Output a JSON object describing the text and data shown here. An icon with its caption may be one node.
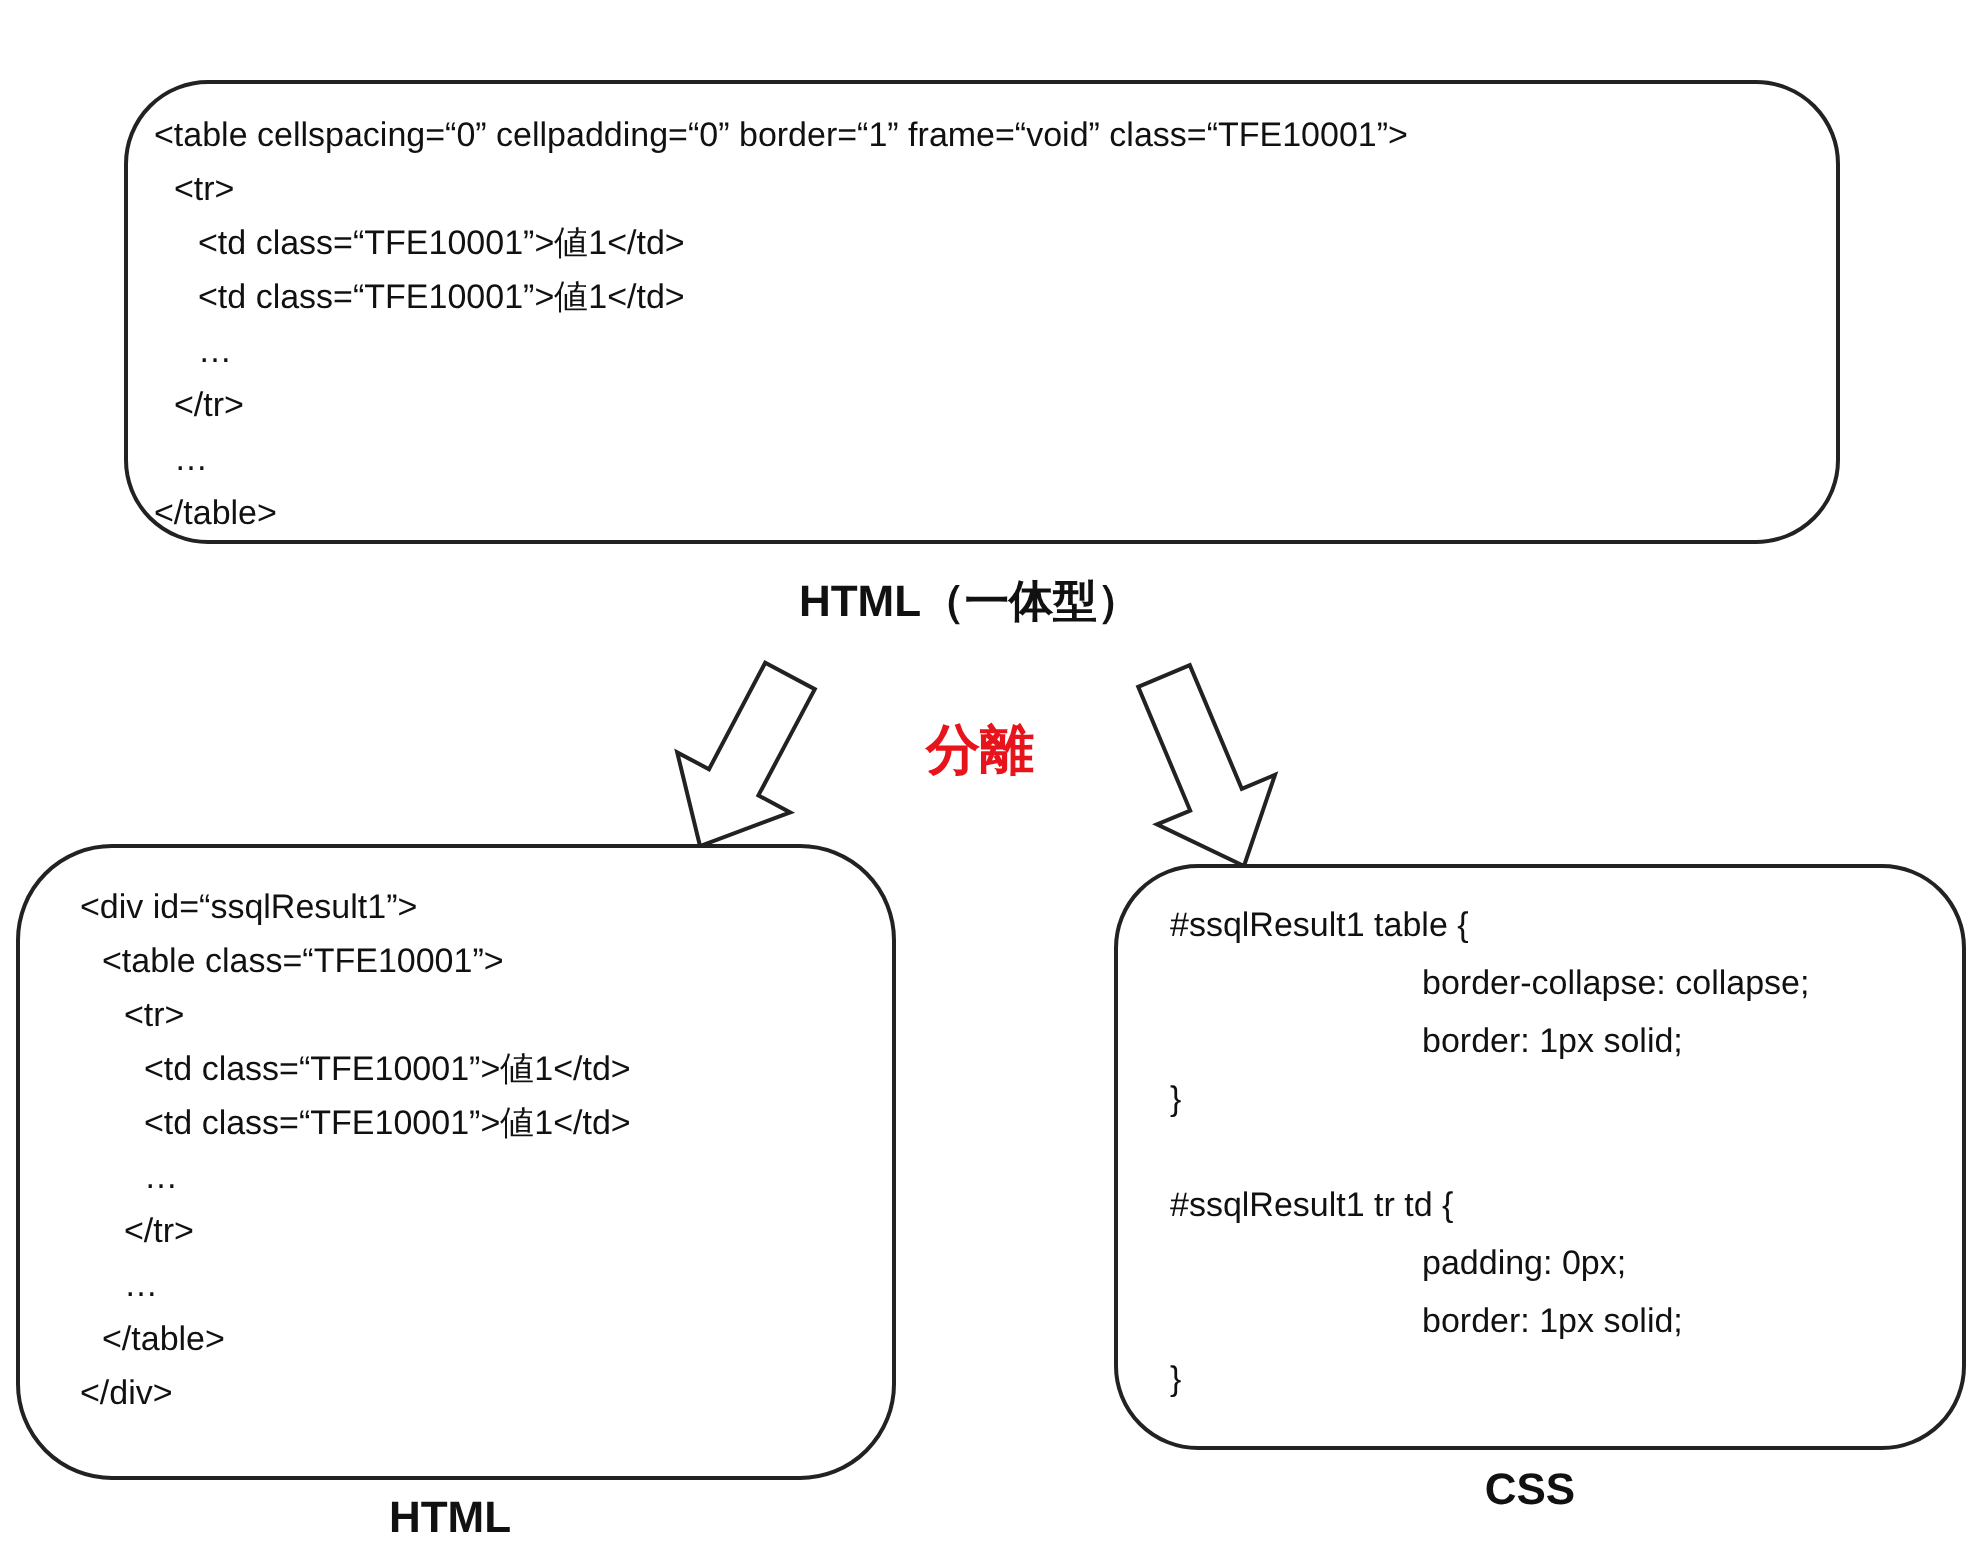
{
  "diagram": {
    "nodes": [
      {
        "text": [
          "<table cellspacing=“0” cellpadding=“0” border=“1” frame=“void” class=“TFE10001”>",
          "<tr>",
          "<td class=“TFE10001”>値1</td>",
          "<td class=“TFE10001”>値1</td>",
          "…",
          "</tr>",
          "…",
          "</table>"
        ],
        "beside": [
          "HTML（一体型）"
        ]
      },
      {
        "text": [
          "<div id=“ssqlResult1”>",
          "<table class=“TFE10001”>",
          "<tr>",
          "<td class=“TFE10001”>値1</td>",
          "<td class=“TFE10001”>値1</td>",
          "…",
          "</tr>",
          "…",
          "</table>",
          "</div>"
        ],
        "beside": [
          "HTML"
        ]
      },
      {
        "text": [
          "#ssqlResult1 table {",
          "border-collapse: collapse;",
          "border: 1px solid;",
          "}",
          "#ssqlResult1 tr td {",
          "padding: 0px;",
          "border: 1px solid;",
          "}"
        ],
        "beside": [
          "CSS"
        ]
      }
    ],
    "edges": [
      {
        "from": 0,
        "to": 1,
        "arrow": "to"
      },
      {
        "from": 0,
        "to": 2,
        "arrow": "to"
      }
    ],
    "labels": [
      "分離"
    ]
  }
}
